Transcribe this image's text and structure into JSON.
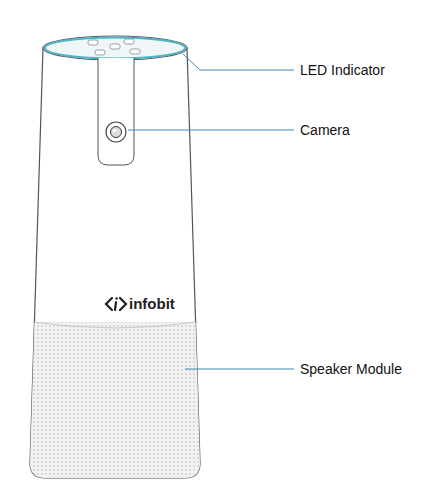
{
  "diagram": {
    "labels": [
      "LED Indicator",
      "Camera",
      "infobit",
      "Speaker Module"
    ]
  }
}
